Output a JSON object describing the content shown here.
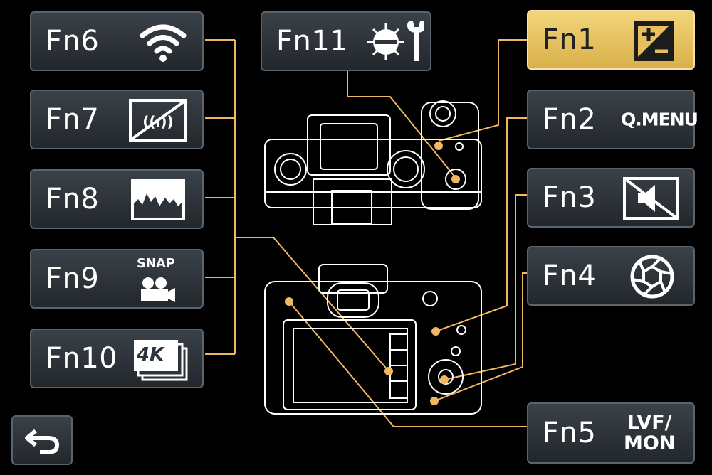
{
  "colors": {
    "button_bg": "#2d3339",
    "active_button": "#e6c05c",
    "connector_line": "#f0b860",
    "camera_outline": "#ffffff"
  },
  "buttons": {
    "fn6": {
      "label": "Fn6",
      "icon": "wifi-icon"
    },
    "fn7": {
      "label": "Fn7",
      "icon": "silent-mode-icon"
    },
    "fn8": {
      "label": "Fn8",
      "icon": "histogram-icon"
    },
    "fn9": {
      "label": "Fn9",
      "icon": "snap-movie-icon",
      "icon_text": "SNAP"
    },
    "fn10": {
      "label": "Fn10",
      "icon": "4k-photo-icon",
      "icon_text": "4K"
    },
    "fn11": {
      "label": "Fn11",
      "icon": "white-balance-setup-icon"
    },
    "fn1": {
      "label": "Fn1",
      "icon": "exposure-compensation-icon",
      "selected": true
    },
    "fn2": {
      "label": "Fn2",
      "icon_text": "Q.MENU"
    },
    "fn3": {
      "label": "Fn3",
      "icon": "mute-icon"
    },
    "fn4": {
      "label": "Fn4",
      "icon": "aperture-icon"
    },
    "fn5": {
      "label": "Fn5",
      "icon_text_line1": "LVF/",
      "icon_text_line2": "MON"
    }
  },
  "back": {
    "icon": "return-icon"
  }
}
